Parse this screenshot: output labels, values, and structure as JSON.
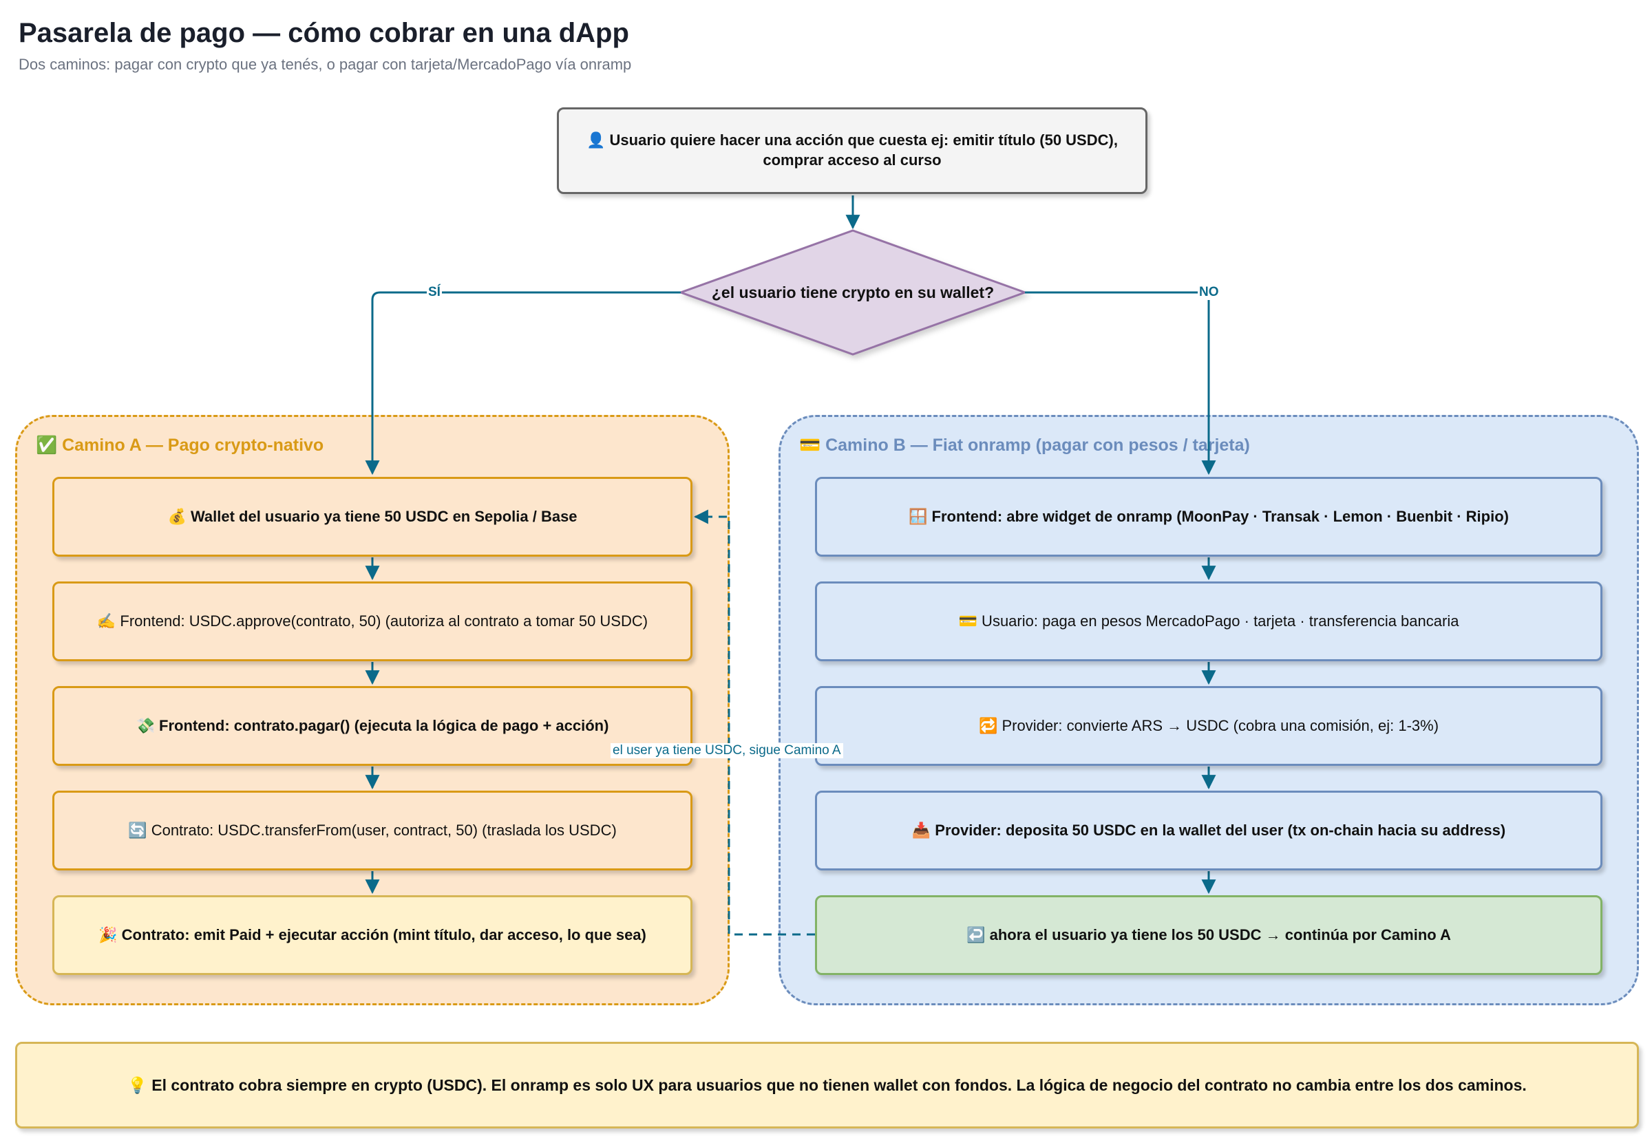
{
  "header": {
    "title": "Pasarela de pago — cómo cobrar en una dApp",
    "subtitle": "Dos caminos: pagar con crypto que ya tenés, o pagar con tarjeta/MercadoPago vía onramp"
  },
  "start": {
    "text": "👤 Usuario quiere hacer una acción que cuesta ej: emitir título (50 USDC), comprar acceso al curso"
  },
  "decision": {
    "text": "¿el usuario tiene crypto en su wallet?",
    "yes_label": "SÍ",
    "no_label": "NO"
  },
  "camino_a": {
    "label": "✅ Camino A — Pago crypto-nativo",
    "steps": [
      "💰 Wallet del usuario ya tiene 50 USDC en Sepolia / Base",
      "✍️ Frontend: USDC.approve(contrato, 50) (autoriza al contrato a tomar 50 USDC)",
      "💸 Frontend: contrato.pagar() (ejecuta la lógica de pago + acción)",
      "🔄 Contrato: USDC.transferFrom(user, contract, 50) (traslada los USDC)",
      "🎉 Contrato: emit Paid + ejecutar acción (mint título, dar acceso, lo que sea)"
    ]
  },
  "camino_b": {
    "label": "💳 Camino B — Fiat onramp (pagar con pesos / tarjeta)",
    "steps": [
      "🪟 Frontend: abre widget de onramp (MoonPay · Transak · Lemon · Buenbit · Ripio)",
      "💳 Usuario: paga en pesos MercadoPago · tarjeta · transferencia bancaria",
      "🔁 Provider: convierte ARS → USDC (cobra una comisión, ej: 1-3%)",
      "📥 Provider: deposita 50 USDC en la wallet del user (tx on-chain hacia su address)",
      "↩️ ahora el usuario ya tiene los 50 USDC → continúa por Camino A"
    ]
  },
  "return_edge_label": "el user ya tiene USDC, sigue Camino A",
  "note": "💡 El contrato cobra siempre en crypto (USDC). El onramp es solo UX para usuarios que no tienen wallet con fondos. La lógica de negocio del contrato no cambia entre los dos caminos.",
  "colors": {
    "edge": "#0b6a8a",
    "decision_fill": "#e1d5e7",
    "decision_stroke": "#9673a6",
    "path_a_border": "#d99a16",
    "path_b_border": "#6b8cbc"
  }
}
